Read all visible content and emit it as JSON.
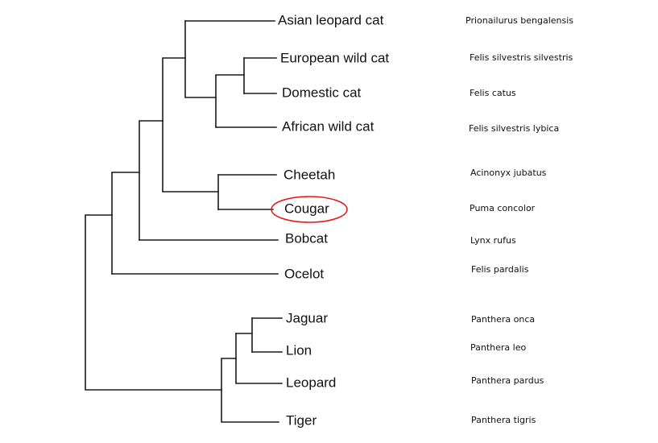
{
  "taxa": [
    {
      "common": "Asian leopard cat",
      "scientific": "Prionailurus bengalensis"
    },
    {
      "common": "European wild cat",
      "scientific": "Felis silvestris silvestris"
    },
    {
      "common": "Domestic cat",
      "scientific": "Felis catus"
    },
    {
      "common": "African wild cat",
      "scientific": "Felis silvestris lybica"
    },
    {
      "common": "Cheetah",
      "scientific": "Acinonyx jubatus"
    },
    {
      "common": "Cougar",
      "scientific": "Puma concolor"
    },
    {
      "common": "Bobcat",
      "scientific": "Lynx rufus"
    },
    {
      "common": "Ocelot",
      "scientific": "Felis pardalis"
    },
    {
      "common": "Jaguar",
      "scientific": "Panthera onca"
    },
    {
      "common": "Lion",
      "scientific": "Panthera leo"
    },
    {
      "common": "Leopard",
      "scientific": "Panthera pardus"
    },
    {
      "common": "Tiger",
      "scientific": "Panthera tigris"
    }
  ],
  "highlight": {
    "taxon": "Cougar",
    "color": "#e02020"
  }
}
